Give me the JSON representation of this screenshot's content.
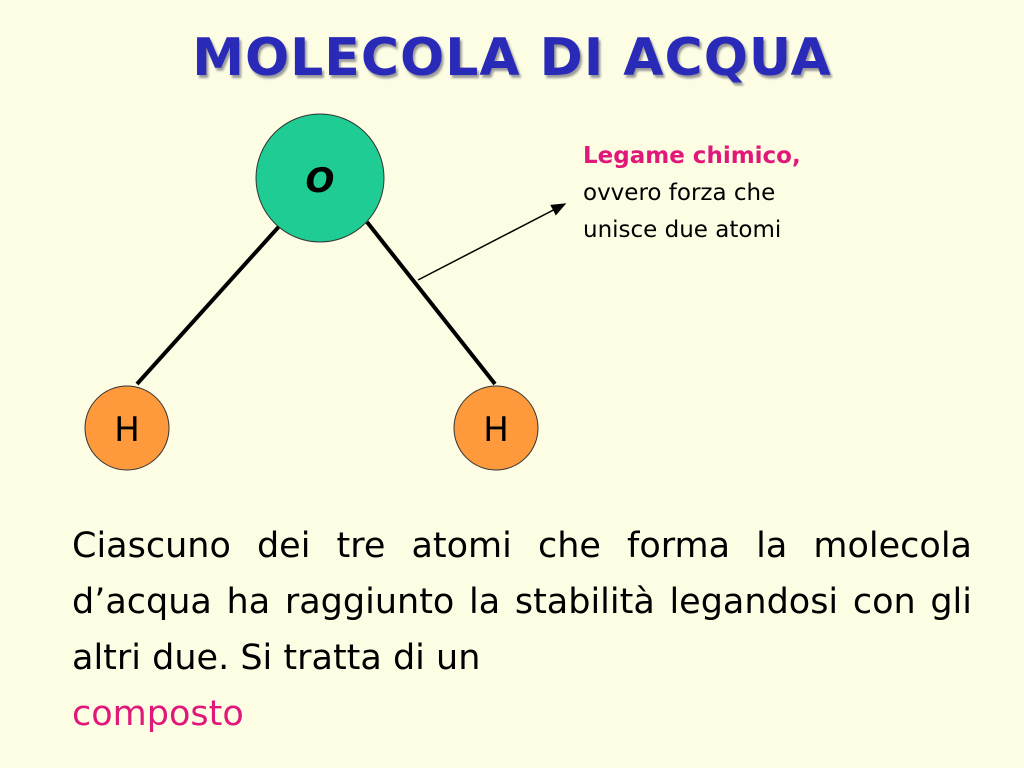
{
  "slide": {
    "title": "MOLECOLA DI ACQUA"
  },
  "diagram": {
    "oxygen_label": "O",
    "hydrogen_left_label": "H",
    "hydrogen_right_label": "H",
    "colors": {
      "oxygen_fill": "#1fcc94",
      "hydrogen_fill": "#ff9a3c",
      "bond": "#000000"
    }
  },
  "annotation": {
    "title": "Legame chimico,",
    "line1": "ovvero forza che",
    "line2": "unisce due atomi"
  },
  "body_text": {
    "text": "Ciascuno dei tre atomi che forma la molecola d’acqua ha raggiunto la stabilità legandosi con gli altri due. Si tratta di un",
    "highlight": "composto"
  }
}
